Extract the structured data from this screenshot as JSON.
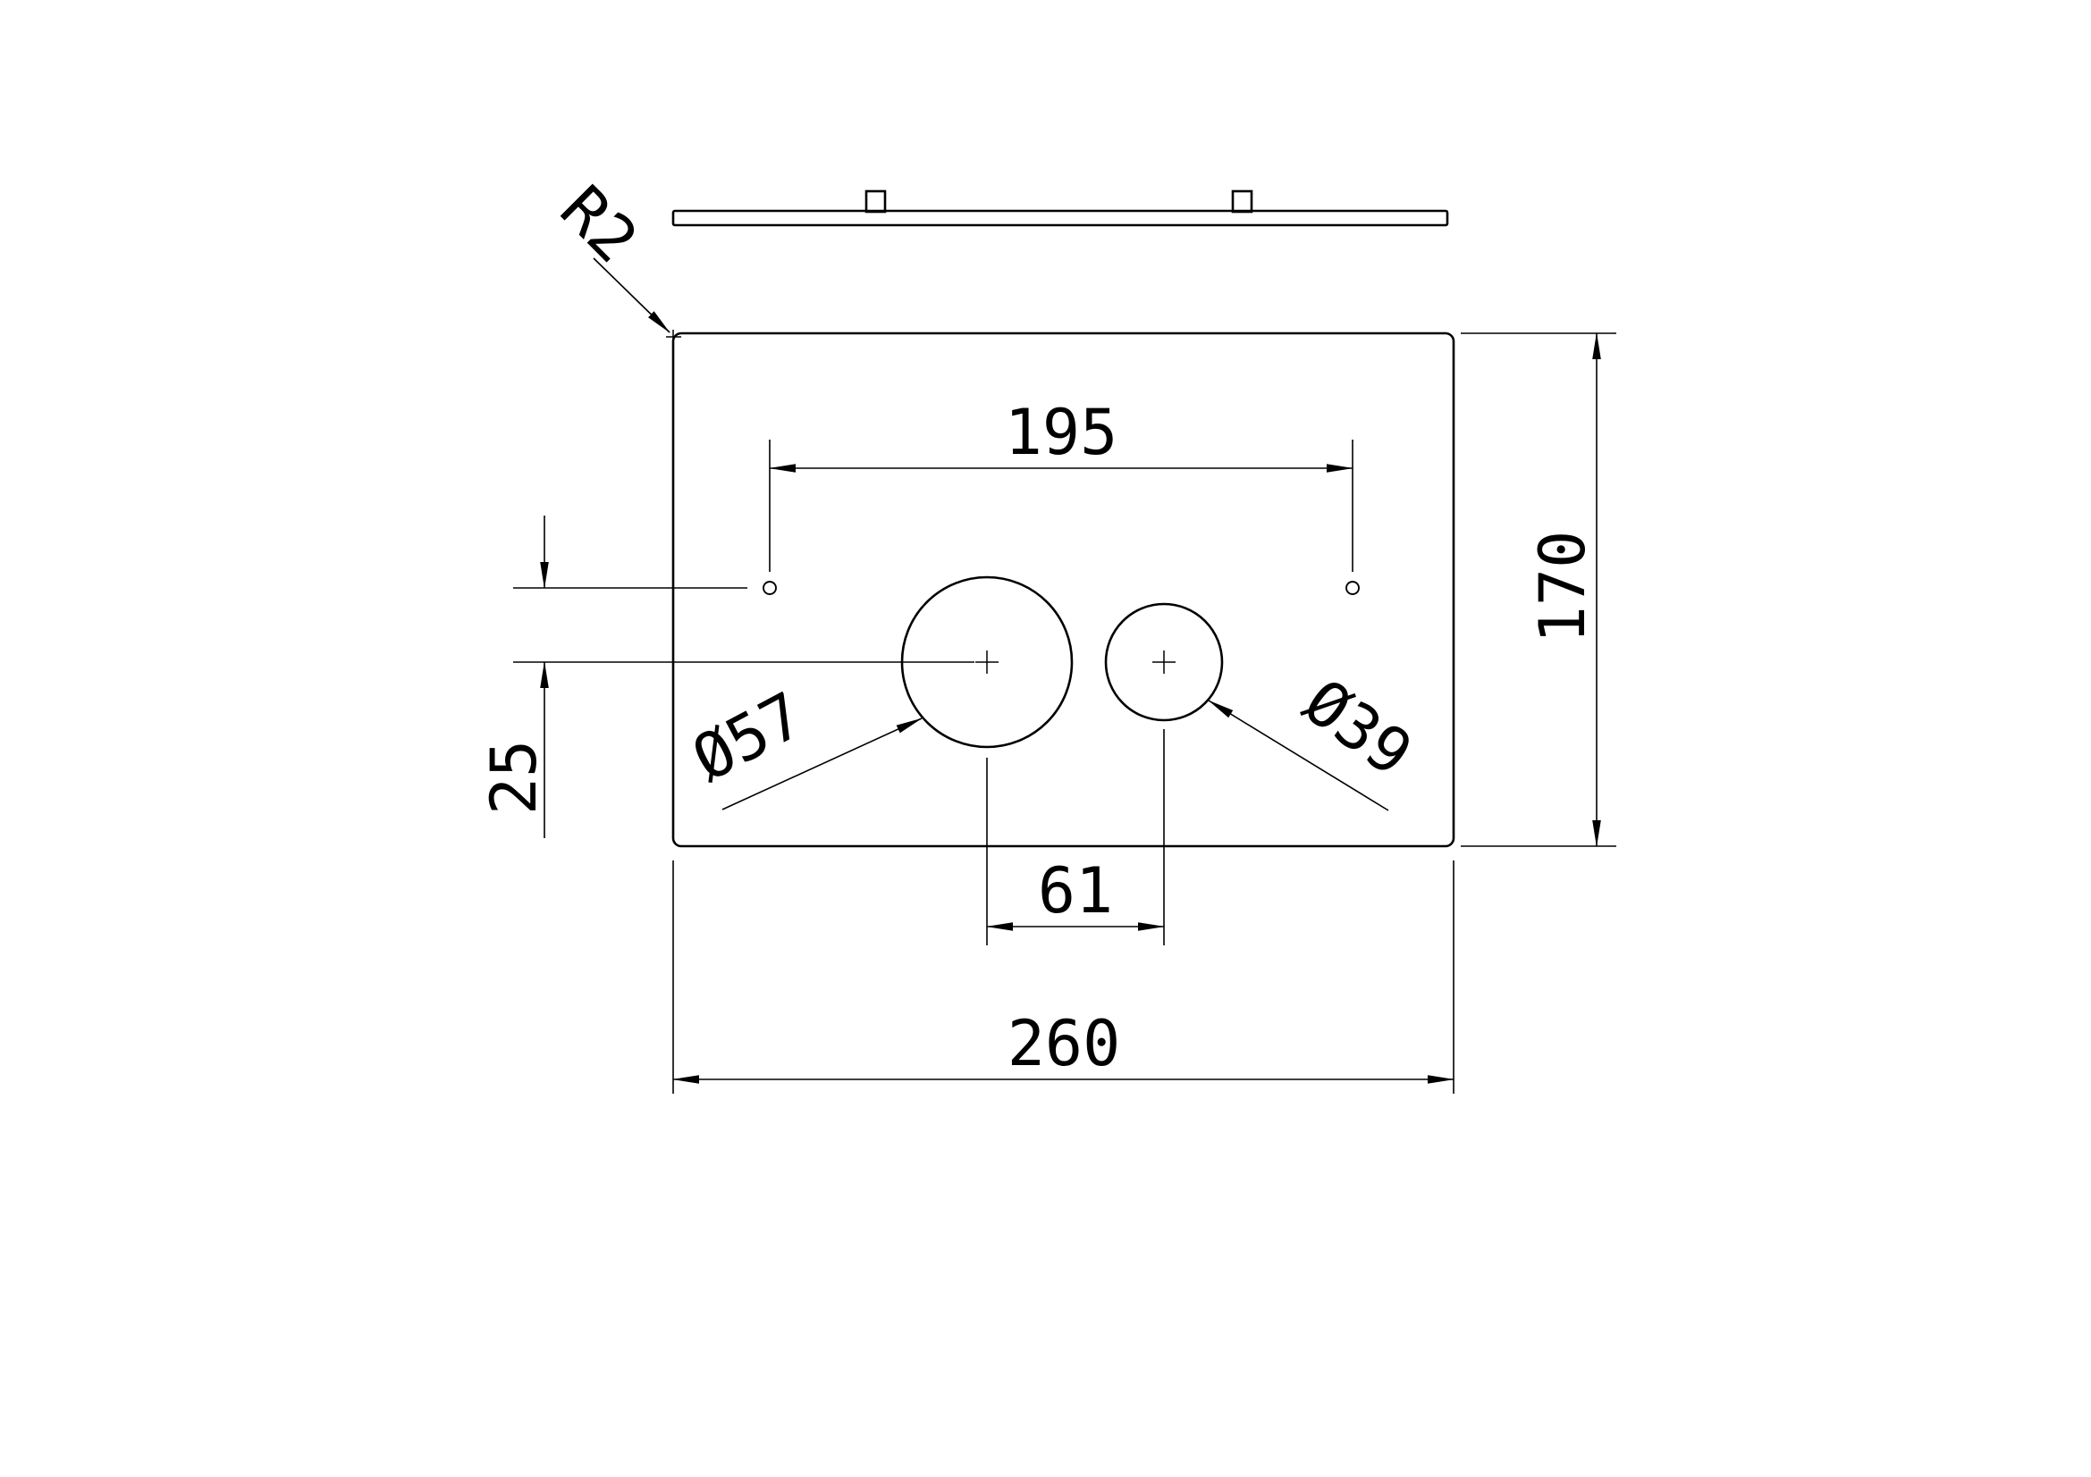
{
  "drawing": {
    "dims": {
      "hole_spacing": "195",
      "plate_height": "170",
      "center_offset": "25",
      "circle_spacing": "61",
      "plate_width": "260",
      "corner_radius": "R2",
      "large_hole_diameter": "Ø57",
      "small_hole_diameter": "Ø39"
    }
  }
}
